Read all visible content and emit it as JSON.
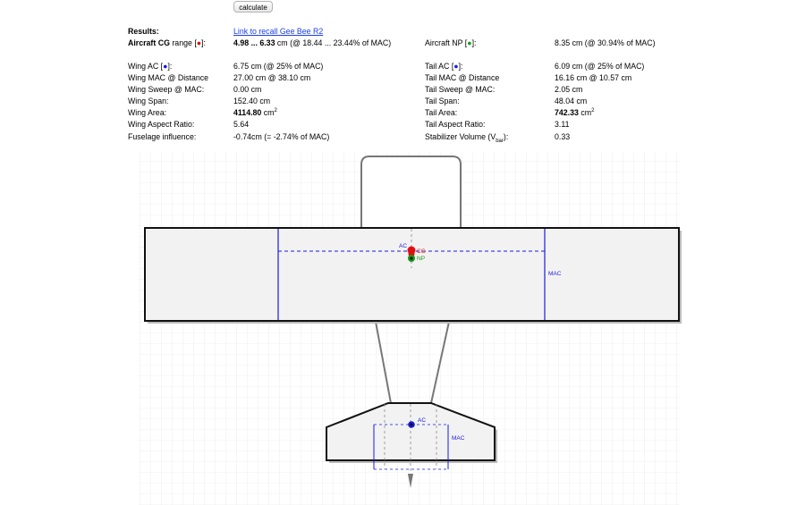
{
  "toolbar": {
    "calculate_label": "calculate"
  },
  "results": {
    "title": "Results:",
    "recall_link": "Link to recall Gee Bee R2",
    "cg": {
      "label": "Aircraft CG",
      "label_rest": " range [",
      "marker": "●",
      "close": "]:",
      "value_bold": "4.98 ... 6.33",
      "value_rest": " cm (@ 18.44 ... 23.44% of MAC)"
    },
    "np": {
      "label": "Aircraft NP [",
      "marker": "●",
      "close": "]:",
      "value": "8.35 cm (@ 30.94% of MAC)"
    },
    "wing": {
      "ac_label": "Wing AC [",
      "ac_marker": "●",
      "ac_close": "]:",
      "ac_value": "6.75 cm (@ 25% of MAC)",
      "mac_label": "Wing MAC @ Distance",
      "mac_value": "27.00 cm @ 38.10 cm",
      "sweep_label": "Wing Sweep @ MAC:",
      "sweep_value": "0.00 cm",
      "span_label": "Wing Span:",
      "span_value": "152.40 cm",
      "area_label": "Wing Area:",
      "area_value_bold": "4114.80",
      "area_unit": " cm",
      "area_sup": "2",
      "ar_label": "Wing Aspect Ratio:",
      "ar_value": "5.64",
      "fus_label": "Fuselage influence:",
      "fus_value": "-0.74cm (= -2.74% of MAC)"
    },
    "tail": {
      "ac_label": "Tail AC [",
      "ac_marker": "●",
      "ac_close": "]:",
      "ac_value": "6.09 cm (@ 25% of MAC)",
      "mac_label": "Tail MAC @ Distance",
      "mac_value": "16.16 cm @ 10.57 cm",
      "sweep_label": "Tail Sweep @ MAC:",
      "sweep_value": "2.05 cm",
      "span_label": "Tail Span:",
      "span_value": "48.04 cm",
      "area_label": "Tail Area:",
      "area_value_bold": "742.33",
      "area_unit": " cm",
      "area_sup": "2",
      "ar_label": "Tail Aspect Ratio:",
      "ar_value": "3.11",
      "stab_label": "Stabilizer Volume (V",
      "stab_sub": "bar",
      "stab_close": "):",
      "stab_value": "0.33"
    }
  },
  "drawing_labels": {
    "wing_ac": "AC",
    "wing_cg": "CG",
    "wing_np": "NP",
    "wing_mac": "MAC",
    "tail_ac": "AC",
    "tail_mac": "MAC"
  },
  "colors": {
    "cg": "#e01010",
    "np": "#1a9a1a",
    "ac": "#1a1ae0",
    "outline": "#111111",
    "fill": "#f2f2f2",
    "grid": "#e3e3e3",
    "fuselage": "#777777"
  }
}
